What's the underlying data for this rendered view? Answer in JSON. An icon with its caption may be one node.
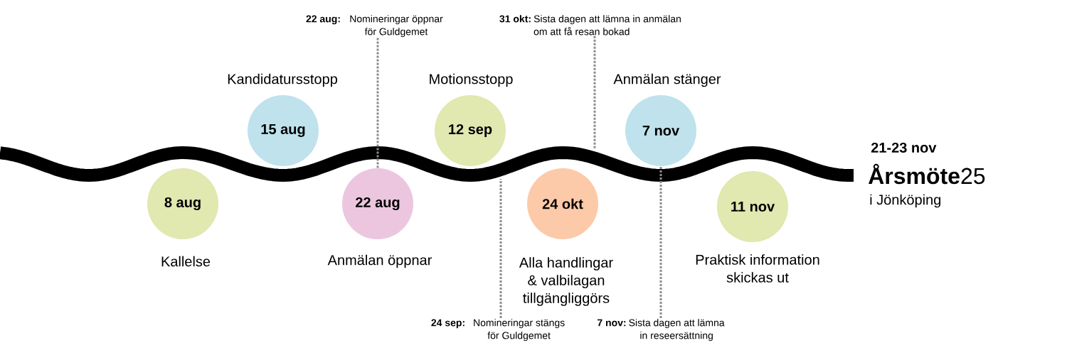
{
  "diagram": {
    "nodes": [
      {
        "text": [
          "8 aug"
        ],
        "beside": [
          "Kallelse"
        ]
      },
      {
        "text": [
          "15 aug"
        ],
        "beside": [
          "Kandidatursstopp"
        ]
      },
      {
        "text": [
          "22 aug"
        ],
        "beside": [
          "Anmälan öppnar"
        ]
      },
      {
        "text": [
          "12 sep"
        ],
        "beside": [
          "Motionsstopp"
        ]
      },
      {
        "text": [
          "24 okt"
        ],
        "beside": [
          "Alla handlingar & valbilagan tillgängliggörs"
        ]
      },
      {
        "text": [
          "7 nov"
        ],
        "beside": [
          "Anmälan stänger"
        ]
      },
      {
        "text": [
          "11 nov"
        ],
        "beside": [
          "Praktisk information skickas ut"
        ]
      },
      {
        "text": [
          "22 aug:",
          "Nomineringar öppnar för Guldgemet"
        ]
      },
      {
        "text": [
          "31 okt:",
          "Sista dagen att lämna in anmälan om att få resan bokad"
        ]
      },
      {
        "text": [
          "24 sep:",
          "Nomineringar stängs för Guldgemet"
        ]
      },
      {
        "text": [
          "7 nov:",
          "Sista dagen att lämna in reseersättning"
        ]
      }
    ],
    "edges": [
      {
        "from": 7,
        "to": 2,
        "arrow": "none",
        "style": "dashed"
      },
      {
        "from": 8,
        "to": null,
        "arrow": "none",
        "style": "dashed"
      },
      {
        "from": 9,
        "to": null,
        "arrow": "none",
        "style": "dashed"
      },
      {
        "from": 10,
        "to": 5,
        "arrow": "none",
        "style": "dashed"
      }
    ],
    "labels": [
      "21-23 nov",
      "**Årsmöte**25",
      "i Jönköping"
    ]
  }
}
